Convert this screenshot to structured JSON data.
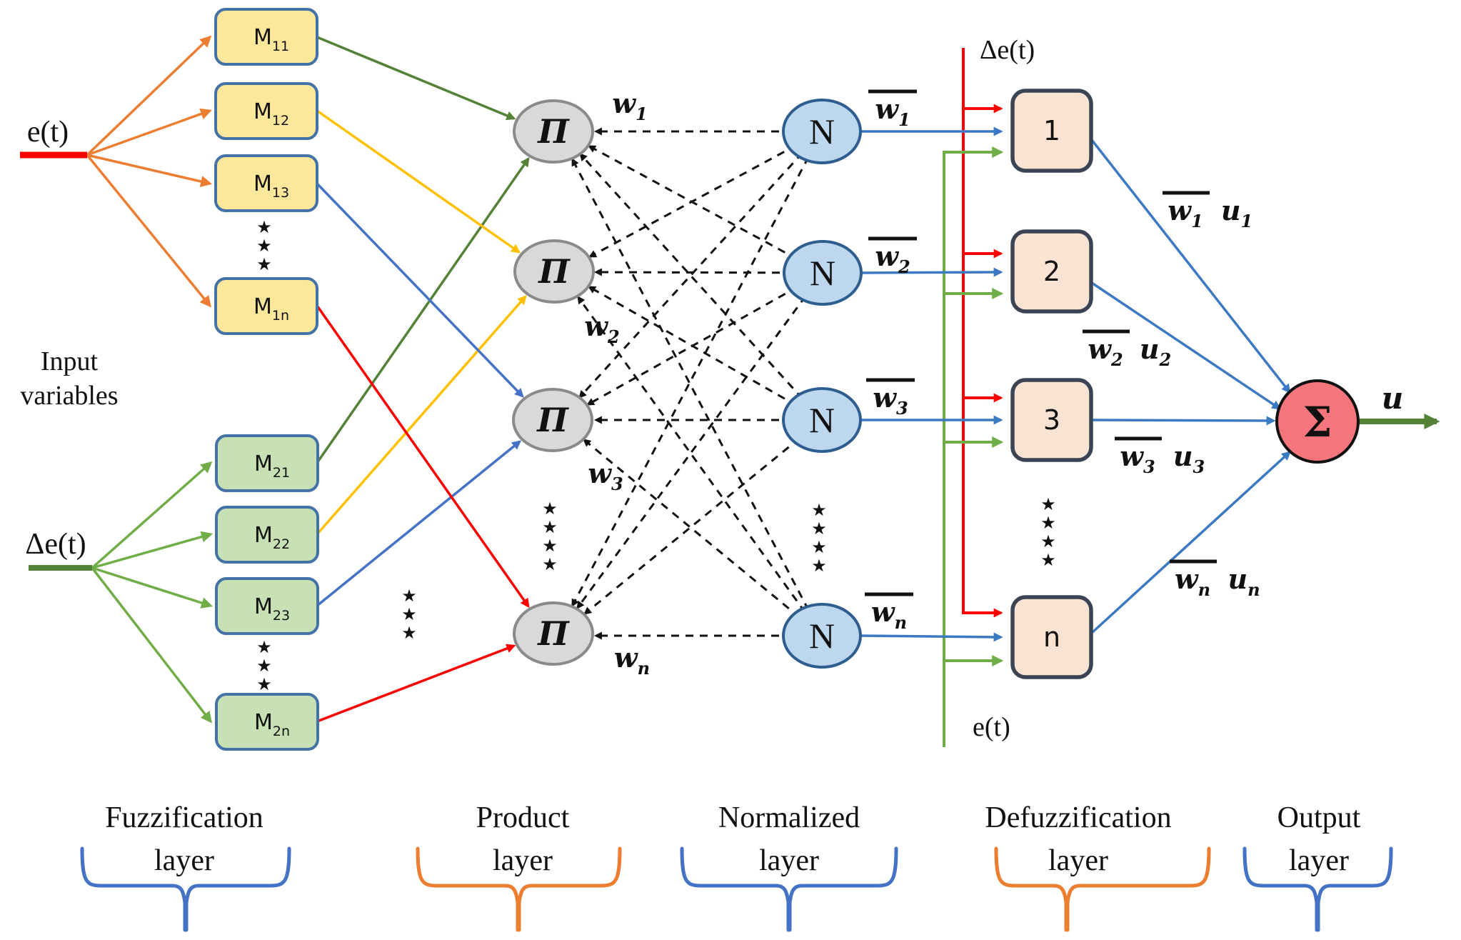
{
  "inputs": {
    "input1": "e(t)",
    "input2": "Δe(t)",
    "caption_line1": "Input",
    "caption_line2": "variables"
  },
  "fuzzification": {
    "row1": [
      {
        "base": "M",
        "sub": "11"
      },
      {
        "base": "M",
        "sub": "12"
      },
      {
        "base": "M",
        "sub": "13"
      },
      {
        "base": "M",
        "sub": "1n"
      }
    ],
    "row2": [
      {
        "base": "M",
        "sub": "21"
      },
      {
        "base": "M",
        "sub": "22"
      },
      {
        "base": "M",
        "sub": "23"
      },
      {
        "base": "M",
        "sub": "2n"
      }
    ]
  },
  "product": {
    "node": "Π",
    "weights": [
      {
        "base": "w",
        "sub": "1"
      },
      {
        "base": "w",
        "sub": "2"
      },
      {
        "base": "w",
        "sub": "3"
      },
      {
        "base": "w",
        "sub": "n"
      }
    ]
  },
  "normalized": {
    "node": "N",
    "weights": [
      {
        "base": "w",
        "sub": "1"
      },
      {
        "base": "w",
        "sub": "2"
      },
      {
        "base": "w",
        "sub": "3"
      },
      {
        "base": "w",
        "sub": "n"
      }
    ]
  },
  "defuzzification": {
    "boxes": [
      "1",
      "2",
      "3",
      "n"
    ],
    "aux_top": "Δe(t)",
    "aux_bottom": "e(t)"
  },
  "output": {
    "node": "Σ",
    "label": "u",
    "terms": [
      {
        "w_base": "w",
        "w_sub": "1",
        "u_base": "u",
        "u_sub": "1"
      },
      {
        "w_base": "w",
        "w_sub": "2",
        "u_base": "u",
        "u_sub": "2"
      },
      {
        "w_base": "w",
        "w_sub": "3",
        "u_base": "u",
        "u_sub": "3"
      },
      {
        "w_base": "w",
        "w_sub": "n",
        "u_base": "u",
        "u_sub": "n"
      }
    ]
  },
  "layers": [
    {
      "line1": "Fuzzification",
      "line2": "layer"
    },
    {
      "line1": "Product",
      "line2": "layer"
    },
    {
      "line1": "Normalized",
      "line2": "layer"
    },
    {
      "line1": "Defuzzification",
      "line2": "layer"
    },
    {
      "line1": "Output",
      "line2": "layer"
    }
  ],
  "glyphs": {
    "star": "★"
  },
  "colors": {
    "membership1_fill": "#FCE79B",
    "membership2_fill": "#C7E1B5",
    "membership_border": "#4372A6",
    "pi_fill": "#D9D9D9",
    "pi_border": "#8A8A8A",
    "n_fill": "#BDD7EE",
    "n_border": "#2E5D8F",
    "defuzz_fill": "#FAE3D3",
    "defuzz_border": "#3A4454",
    "sigma_fill": "#F4757C",
    "arrow_orange": "#ED7D31",
    "arrow_green": "#70AD47",
    "arrow_dark_green": "#538135",
    "arrow_gold": "#FFC000",
    "arrow_blue": "#4472C4",
    "arrow_red": "#FF0000",
    "link_blue": "#3B79C2",
    "brace_blue": "#4472C4",
    "brace_orange": "#ED7D31",
    "stars_gold": "#BF8F00",
    "stars_green": "#538135",
    "stars_red": "#FF4C4C",
    "stars_gray": "#A6A6A6",
    "stars_navy": "#1F4E79",
    "stars_peach": "#F4B183"
  }
}
